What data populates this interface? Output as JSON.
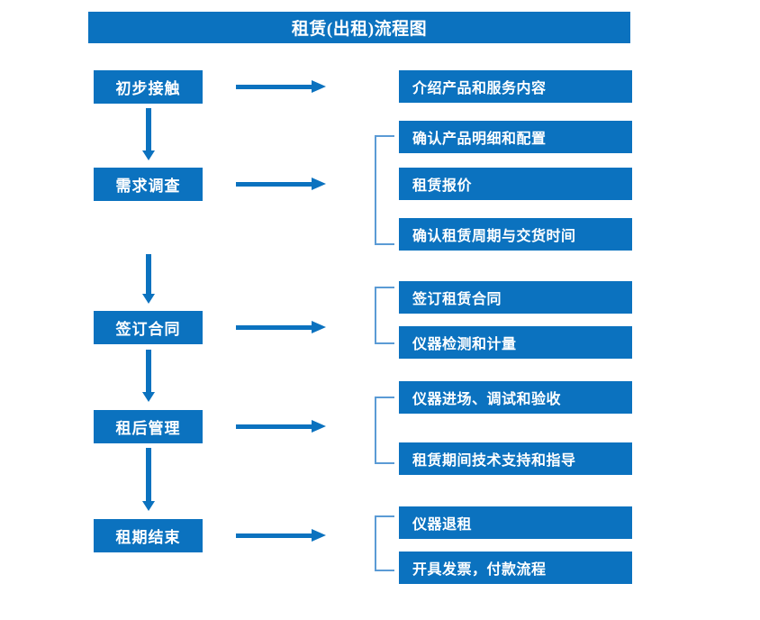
{
  "title": "租赁(出租)流程图",
  "colors": {
    "primary": "#0B72BF",
    "bracket": "#5B9BD5",
    "text_on_primary": "#FFFFFF",
    "background": "#FFFFFF"
  },
  "stages": [
    {
      "label": "初步接触"
    },
    {
      "label": "需求调查"
    },
    {
      "label": "签订合同"
    },
    {
      "label": "租后管理"
    },
    {
      "label": "租期结束"
    }
  ],
  "details": [
    {
      "label": "介绍产品和服务内容"
    },
    {
      "label": "确认产品明细和配置"
    },
    {
      "label": "租赁报价"
    },
    {
      "label": "确认租赁周期与交货时间"
    },
    {
      "label": "签订租赁合同"
    },
    {
      "label": "仪器检测和计量"
    },
    {
      "label": "仪器进场、调试和验收"
    },
    {
      "label": "租赁期间技术支持和指导"
    },
    {
      "label": "仪器退租"
    },
    {
      "label": "开具发票，付款流程"
    }
  ],
  "groups": [
    {
      "stage": "需求调查",
      "details": [
        "确认产品明细和配置",
        "租赁报价",
        "确认租赁周期与交货时间"
      ]
    },
    {
      "stage": "签订合同",
      "details": [
        "签订租赁合同",
        "仪器检测和计量"
      ]
    },
    {
      "stage": "租后管理",
      "details": [
        "仪器进场、调试和验收",
        "租赁期间技术支持和指导"
      ]
    },
    {
      "stage": "租期结束",
      "details": [
        "仪器退租",
        "开具发票，付款流程"
      ]
    }
  ]
}
